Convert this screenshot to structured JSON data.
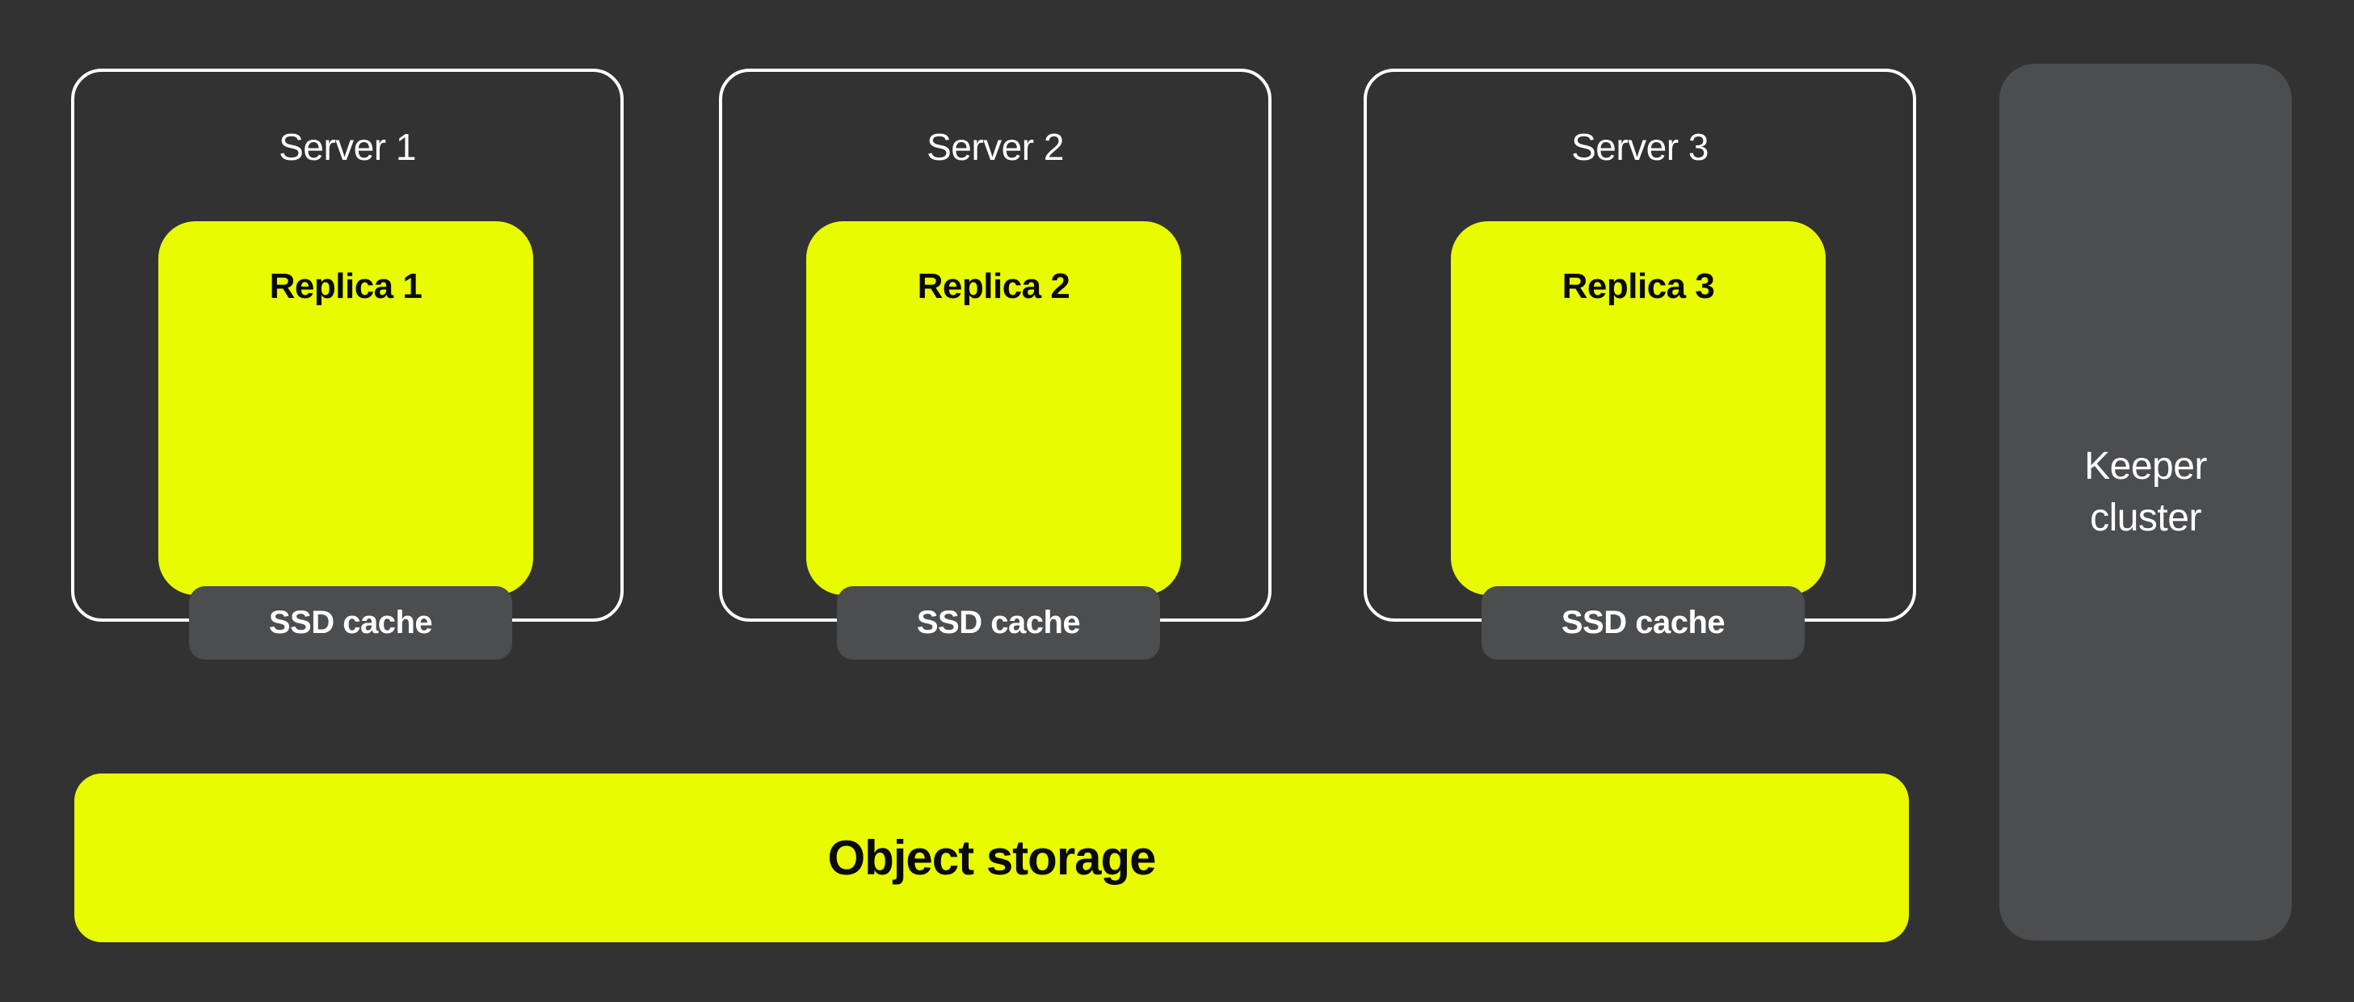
{
  "colors": {
    "background": "#323233",
    "accent_yellow": "#E9FB00",
    "panel_gray": "#4C4D4F",
    "border_white": "#FFFFFF",
    "text_dark": "#0A0A0A",
    "text_light": "#FFFFFF"
  },
  "servers": [
    {
      "name": "Server 1",
      "replica": "Replica 1",
      "cache": "SSD cache"
    },
    {
      "name": "Server 2",
      "replica": "Replica 2",
      "cache": "SSD cache"
    },
    {
      "name": "Server 3",
      "replica": "Replica 3",
      "cache": "SSD cache"
    }
  ],
  "object_storage": {
    "label": "Object storage"
  },
  "keeper_cluster": {
    "label": "Keeper\ncluster"
  }
}
